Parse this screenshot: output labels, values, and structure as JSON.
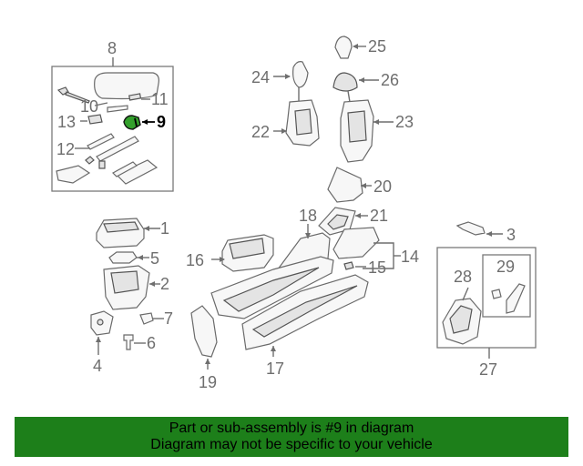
{
  "diagram": {
    "highlighted_callout": "9",
    "colors": {
      "highlight_part": "#33a02c",
      "banner_bg": "#1d7f1a",
      "line_gray": "#6e6e6e"
    },
    "callouts": {
      "c1": "1",
      "c2": "2",
      "c3": "3",
      "c4": "4",
      "c5": "5",
      "c6": "6",
      "c7": "7",
      "c8": "8",
      "c9": "9",
      "c10": "10",
      "c11": "11",
      "c12": "12",
      "c13": "13",
      "c14": "14",
      "c15": "15",
      "c16": "16",
      "c17": "17",
      "c18": "18",
      "c19": "19",
      "c20": "20",
      "c21": "21",
      "c22": "22",
      "c23": "23",
      "c24": "24",
      "c25": "25",
      "c26": "26",
      "c27": "27",
      "c28": "28",
      "c29": "29"
    }
  },
  "banner": {
    "line1": "Part or sub-assembly is #9 in diagram",
    "line2": "Diagram may not be specific to your vehicle"
  }
}
